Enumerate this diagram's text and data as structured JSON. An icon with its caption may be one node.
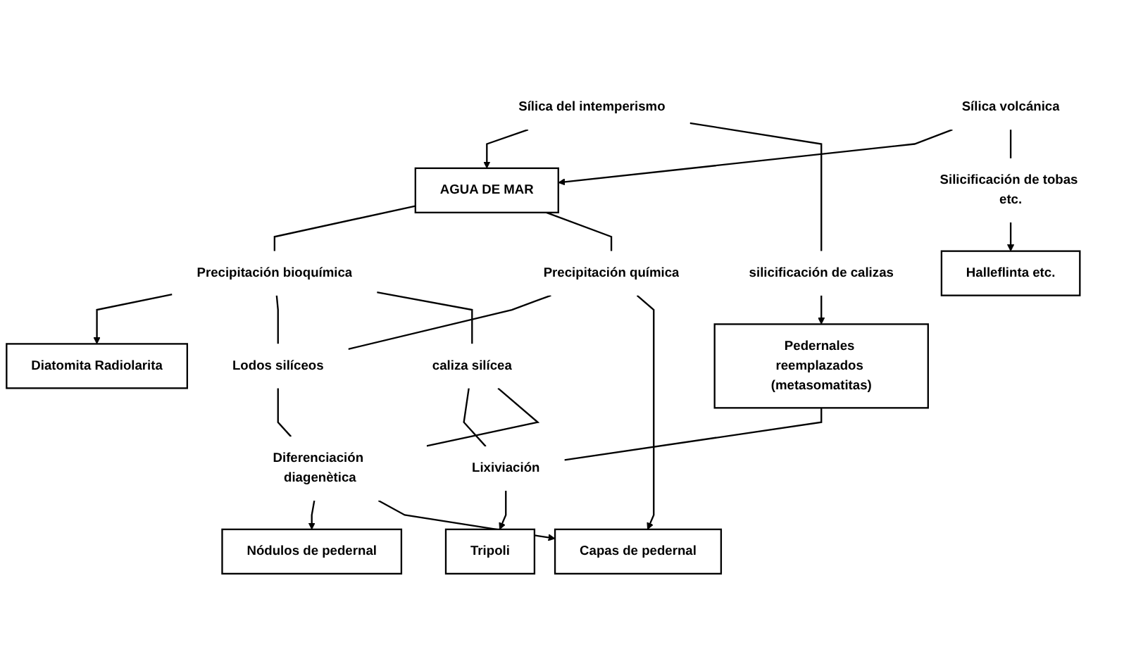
{
  "diagram": {
    "nodes": [
      {
        "text": [
          "Sílica del intemperismo"
        ]
      },
      {
        "text": [
          "AGUA DE MAR"
        ]
      },
      {
        "text": [
          "Sílica volcánica"
        ]
      },
      {
        "text": [
          "Precipitación bioquímica"
        ]
      },
      {
        "text": [
          "Precipitación química"
        ]
      },
      {
        "text": [
          "silicificación de calizas"
        ]
      },
      {
        "text": [
          "Silicificación de tobas etc."
        ]
      },
      {
        "text": [
          "Diatomita Radiolarita"
        ]
      },
      {
        "text": [
          "Lodos silíceos"
        ]
      },
      {
        "text": [
          "Pedernales reemplazados (metasomatitas)"
        ]
      },
      {
        "text": [
          "caliza silícea"
        ]
      },
      {
        "text": [
          "Halleflinta etc."
        ]
      },
      {
        "text": [
          "Lixiviación"
        ]
      },
      {
        "text": [
          "Diferenciación diagenètica"
        ]
      },
      {
        "text": [
          "Tripoli"
        ]
      },
      {
        "text": [
          "Nódulos de pedernal"
        ]
      },
      {
        "text": [
          "Capas de pedernal"
        ]
      }
    ],
    "edges": [
      {
        "from": 0,
        "to": 1,
        "arrow": "to"
      },
      {
        "from": 2,
        "to": 1,
        "arrow": "to"
      },
      {
        "from": 1,
        "to": 3,
        "arrow": "none"
      },
      {
        "from": 1,
        "to": 4,
        "arrow": "none"
      },
      {
        "from": 0,
        "to": 5,
        "arrow": "none"
      },
      {
        "from": 2,
        "to": 6,
        "arrow": "none"
      },
      {
        "from": 3,
        "to": 7,
        "arrow": "to"
      },
      {
        "from": 3,
        "to": 8,
        "arrow": "none"
      },
      {
        "from": 4,
        "to": 8,
        "arrow": "none"
      },
      {
        "from": 3,
        "to": 10,
        "arrow": "none"
      },
      {
        "from": 4,
        "to": 16,
        "arrow": "to"
      },
      {
        "from": 5,
        "to": 9,
        "arrow": "to"
      },
      {
        "from": 6,
        "to": 11,
        "arrow": "to"
      },
      {
        "from": 9,
        "to": 12,
        "arrow": "none"
      },
      {
        "from": 10,
        "to": 12,
        "arrow": "none"
      },
      {
        "from": 10,
        "to": 13,
        "arrow": "none"
      },
      {
        "from": 8,
        "to": 13,
        "arrow": "none"
      },
      {
        "from": 12,
        "to": 14,
        "arrow": "to"
      },
      {
        "from": 13,
        "to": 15,
        "arrow": "to"
      },
      {
        "from": 13,
        "to": 16,
        "arrow": "to"
      }
    ]
  }
}
